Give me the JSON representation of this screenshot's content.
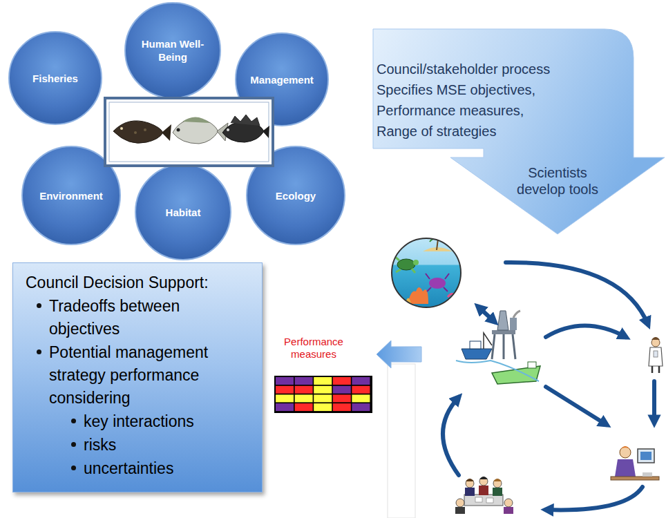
{
  "diagram": {
    "nodes": [
      {
        "text": [
          "Fisheries"
        ]
      },
      {
        "text": [
          "Human Well-Being"
        ]
      },
      {
        "text": [
          "Management"
        ]
      },
      {
        "text": [
          "Environment"
        ]
      },
      {
        "text": [
          "Habitat"
        ]
      },
      {
        "text": [
          "Ecology"
        ]
      },
      {
        "text": [
          "Council/stakeholder process",
          "Specifies MSE objectives,",
          "Performance measures,",
          "Range of strategies",
          "Scientists develop tools"
        ]
      },
      {
        "text": [
          "Council Decision Support:",
          "Tradeoffs between objectives",
          "Potential management strategy performance considering",
          "key interactions",
          "risks",
          "uncertainties"
        ]
      }
    ],
    "labels": [
      "Performance measures"
    ]
  }
}
